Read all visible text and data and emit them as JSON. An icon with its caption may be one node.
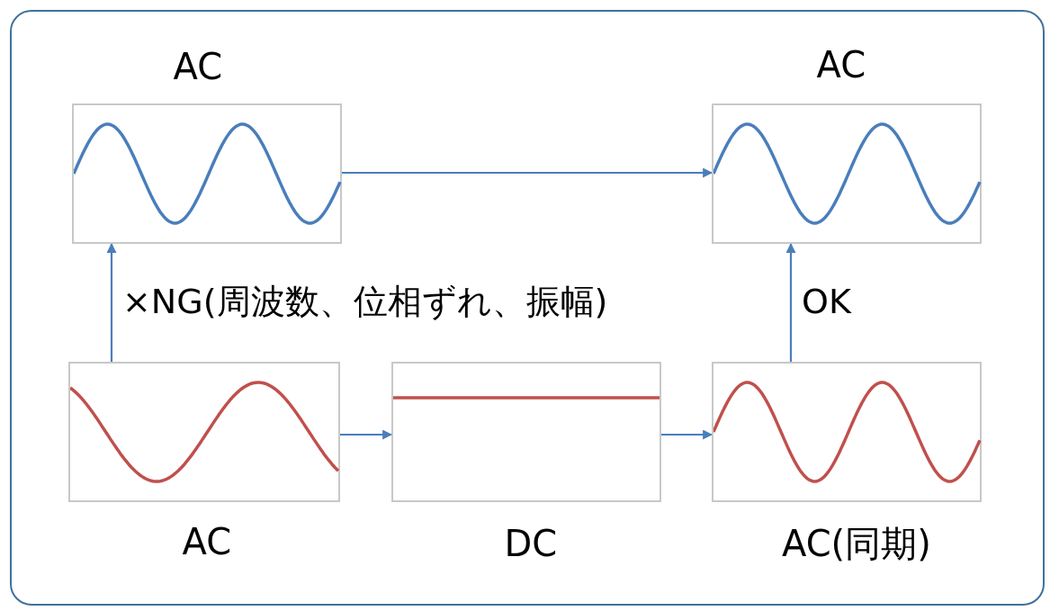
{
  "diagram": {
    "nodes": [
      {
        "text": [
          "AC"
        ]
      },
      {
        "text": [
          "AC"
        ]
      },
      {
        "text": [
          "AC"
        ]
      },
      {
        "text": [
          "DC"
        ]
      },
      {
        "text": [
          "AC(同期)"
        ]
      }
    ],
    "edges": [
      {
        "from": 0,
        "to": 1,
        "arrow": "to"
      },
      {
        "from": 2,
        "to": 3,
        "arrow": "to"
      },
      {
        "from": 3,
        "to": 4,
        "arrow": "to"
      },
      {
        "from": 2,
        "to": 0,
        "arrow": "to",
        "label": "×NG(周波数、位相ずれ、振幅)"
      },
      {
        "from": 4,
        "to": 1,
        "arrow": "to",
        "label": "OK"
      }
    ]
  }
}
